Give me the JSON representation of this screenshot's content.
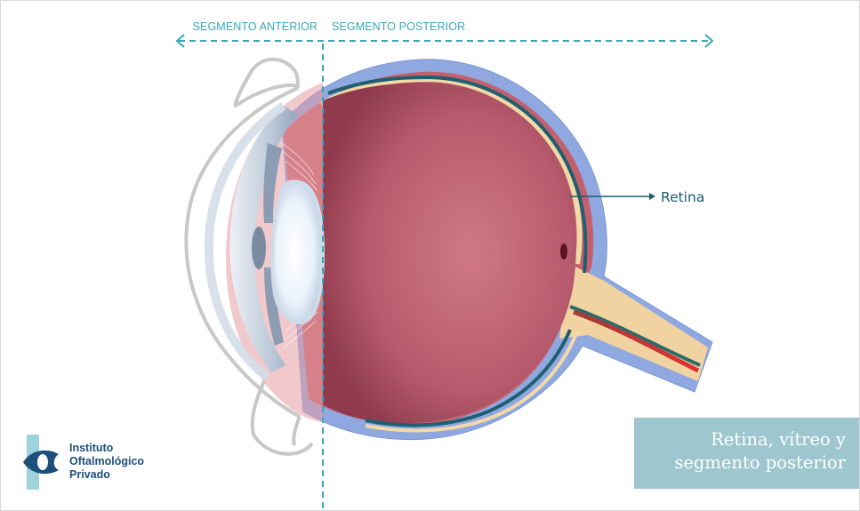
{
  "labels": {
    "anterior": "SEGMENTO ANTERIOR",
    "posterior": "SEGMENTO POSTERIOR",
    "retina": "Retina"
  },
  "caption": {
    "line1": "Retina, vítreo y",
    "line2": "segmento posterior"
  },
  "logo": {
    "line1": "Instituto",
    "line2": "Oftalmológico",
    "line3": "Privado"
  },
  "colors": {
    "accent": "#3aa6b8",
    "caption_bg": "#9dc6cf",
    "sclera": "#8fa8e0",
    "vitreous": "#b0586a",
    "retina": "#1f6070",
    "optic_nerve": "#f1d3a1",
    "logo_blue": "#1d4f7c"
  },
  "icons": {
    "arrow": "double-headed-dashed-arrow",
    "logo": "eye-logo-icon"
  }
}
